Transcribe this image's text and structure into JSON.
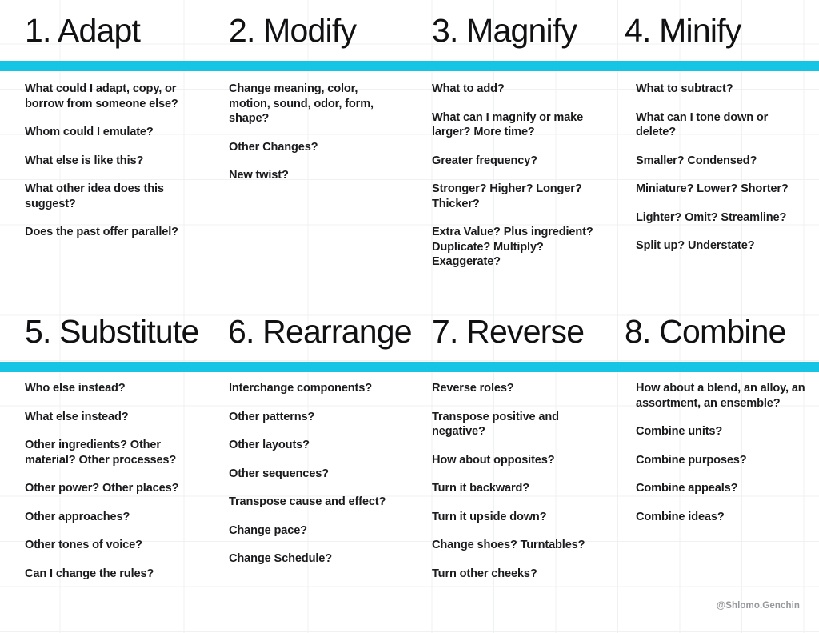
{
  "poster": {
    "accent_color": "#16c4e4",
    "background_color": "#ffffff",
    "grid_line_color": "#f0f1f2",
    "text_color": "#1b1b1e",
    "watermark": "@Shlomo.Genchin"
  },
  "rows": [
    {
      "columns": [
        {
          "heading": "1. Adapt",
          "number": "1.",
          "name": "Adapt",
          "prompts": [
            "What could I adapt, copy, or borrow from someone else?",
            "Whom could I emulate?",
            "What else is like this?",
            "What other idea does this suggest?",
            "Does the past offer parallel?"
          ]
        },
        {
          "heading": "2. Modify",
          "number": "2.",
          "name": "Modify",
          "prompts": [
            "Change meaning, color, motion, sound, odor, form, shape?",
            "Other Changes?",
            "New twist?"
          ]
        },
        {
          "heading": "3. Magnify",
          "number": "3.",
          "name": "Magnify",
          "prompts": [
            "What to add?",
            "What can I magnify or make larger? More time?",
            "Greater frequency?",
            "Stronger? Higher? Longer? Thicker?",
            "Extra Value? Plus ingredient? Duplicate? Multiply? Exaggerate?"
          ]
        },
        {
          "heading": "4. Minify",
          "number": "4.",
          "name": "Minify",
          "prompts": [
            "What to subtract?",
            "What can I tone down or delete?",
            "Smaller? Condensed?",
            "Miniature? Lower? Shorter?",
            "Lighter? Omit? Streamline?",
            "Split up? Understate?"
          ]
        }
      ]
    },
    {
      "columns": [
        {
          "heading": "5. Substitute",
          "number": "5.",
          "name": "Substitute",
          "prompts": [
            "Who else instead?",
            "What else instead?",
            "Other ingredients? Other material? Other processes?",
            "Other power? Other places?",
            "Other approaches?",
            "Other tones of voice?",
            "Can I change the rules?"
          ]
        },
        {
          "heading": "6. Rearrange",
          "number": "6.",
          "name": "Rearrange",
          "prompts": [
            "Interchange components?",
            "Other patterns?",
            "Other layouts?",
            "Other sequences?",
            "Transpose cause and effect?",
            "Change pace?",
            "Change Schedule?"
          ]
        },
        {
          "heading": "7. Reverse",
          "number": "7.",
          "name": "Reverse",
          "prompts": [
            "Reverse roles?",
            "Transpose positive and negative?",
            "How about opposites?",
            "Turn it backward?",
            "Turn it upside down?",
            "Change shoes? Turntables?",
            "Turn other cheeks?"
          ]
        },
        {
          "heading": "8. Combine",
          "number": "8.",
          "name": "Combine",
          "prompts": [
            "How about a blend, an alloy, an assortment, an ensemble?",
            "Combine units?",
            "Combine purposes?",
            "Combine appeals?",
            "Combine ideas?"
          ]
        }
      ]
    }
  ]
}
